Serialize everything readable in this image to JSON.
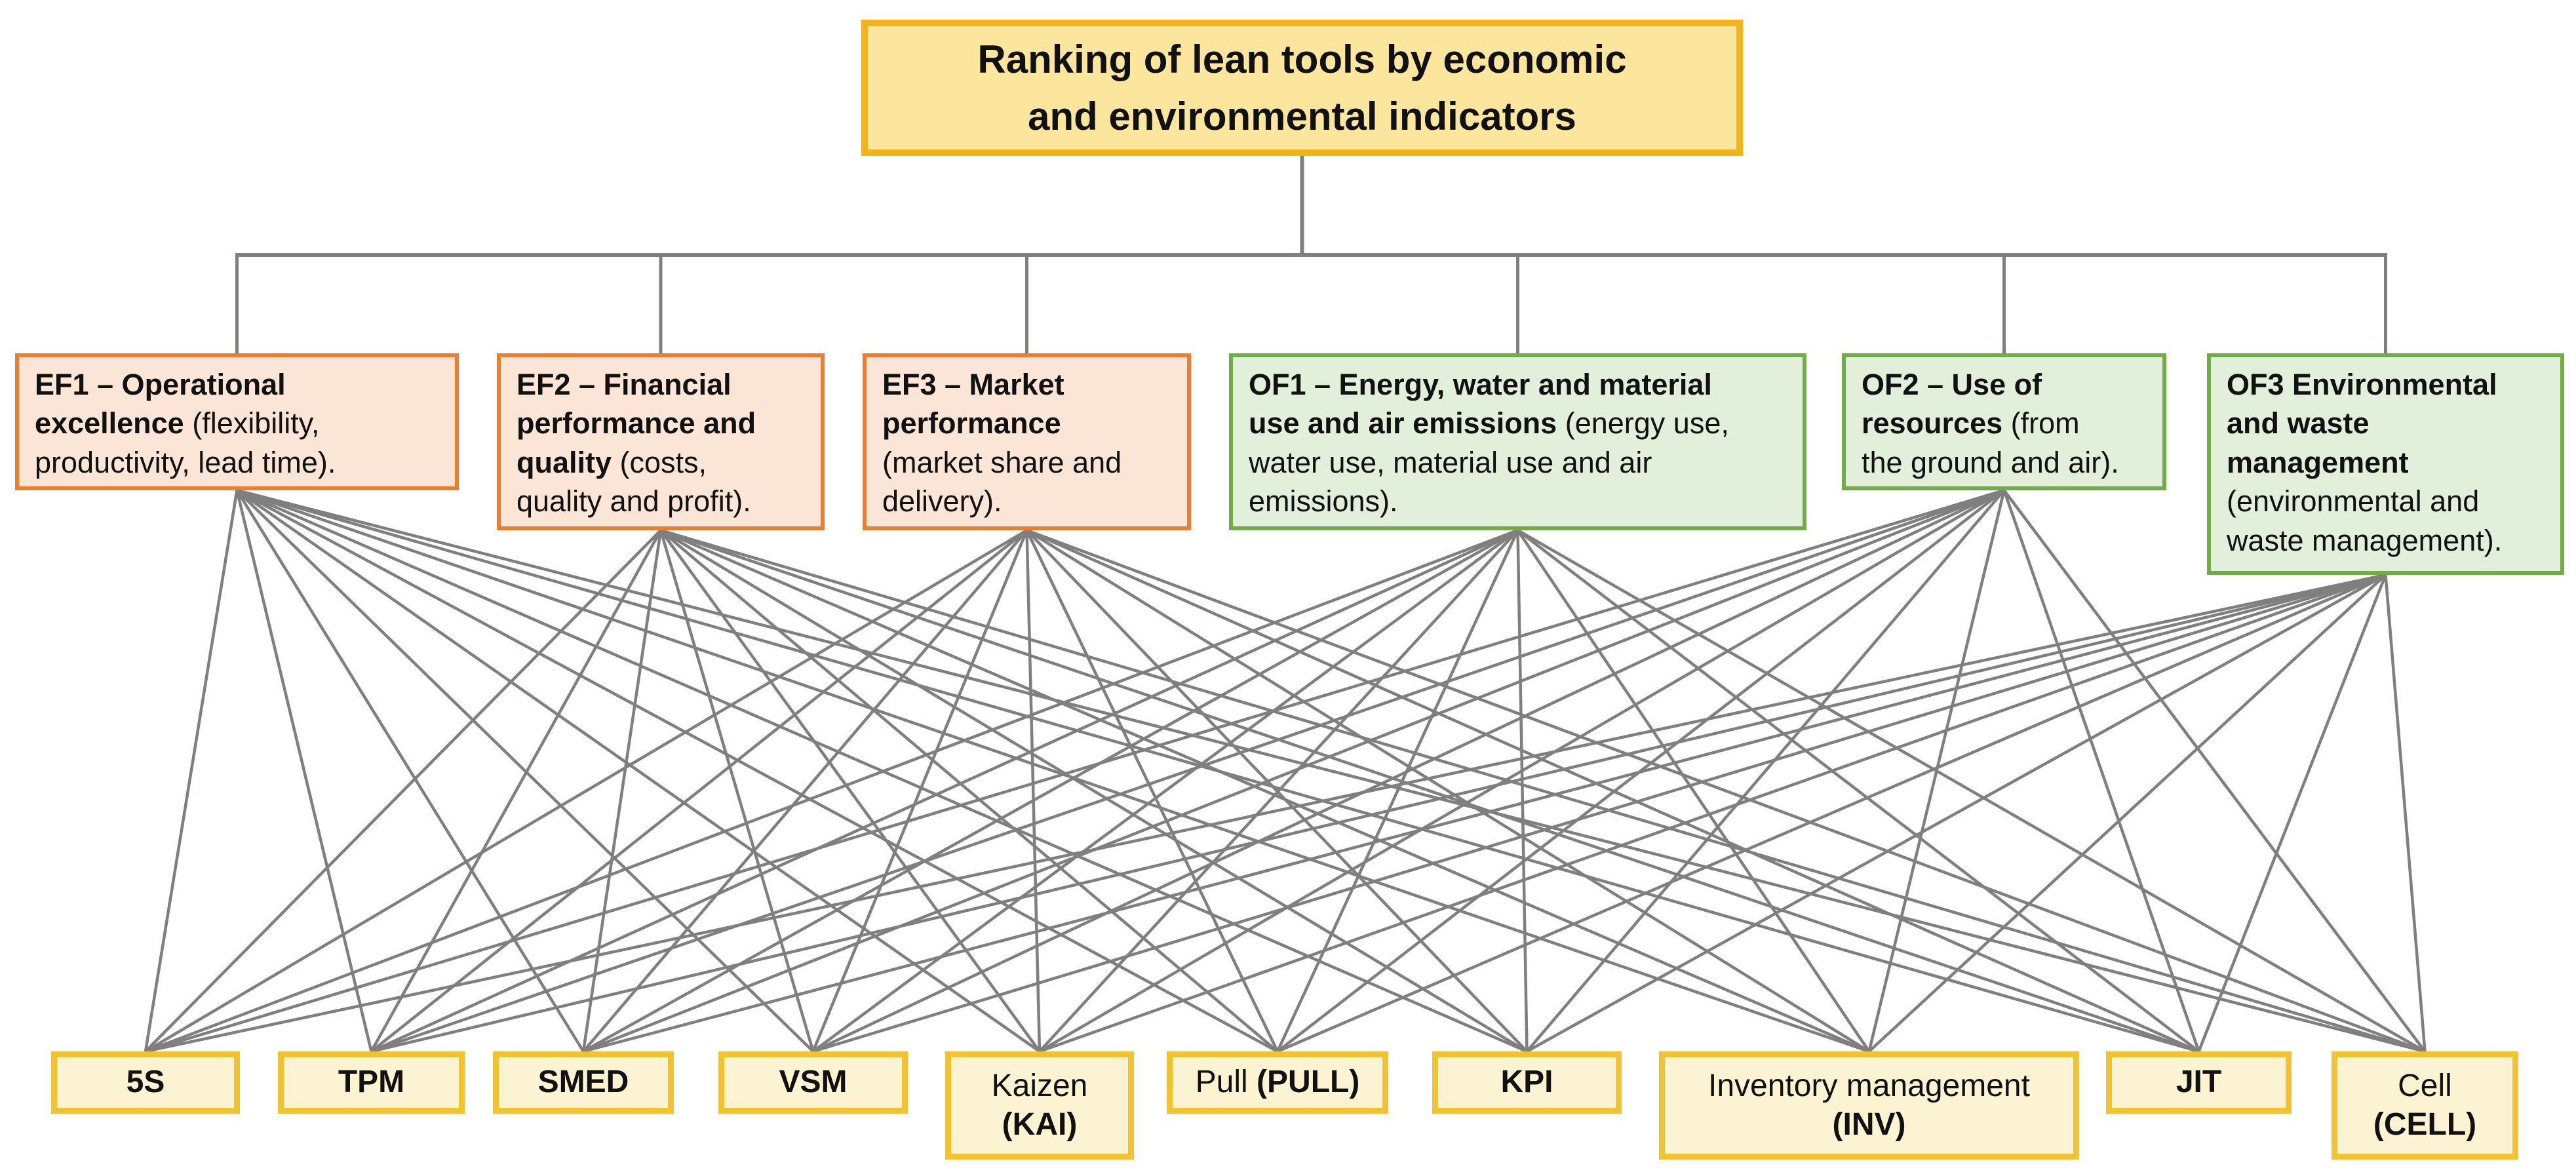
{
  "diagram": {
    "kind": "hierarchy-network",
    "connector_color": "#7F7F7F",
    "colors": {
      "title_fill": "#FCE59D",
      "title_border": "#F2B31B",
      "economic_fill": "#FBE5D6",
      "economic_border": "#ED7D31",
      "environmental_fill": "#E2EFDA",
      "environmental_border": "#70AD47",
      "tool_fill": "#FCF3D2",
      "tool_border": "#F1C232"
    }
  },
  "title": {
    "text": "Ranking of lean tools by economic\nand environmental indicators"
  },
  "criteria": [
    {
      "id": "EF1",
      "group": "economic",
      "bold": "EF1 – Operational\nexcellence",
      "rest": "(flexibility,\nproductivity, lead time)."
    },
    {
      "id": "EF2",
      "group": "economic",
      "bold": "EF2 – Financial\nperformance and\nquality",
      "rest": "(costs,\nquality and profit)."
    },
    {
      "id": "EF3",
      "group": "economic",
      "bold": "EF3 – Market\nperformance\n",
      "rest": "(market share and\ndelivery)."
    },
    {
      "id": "OF1",
      "group": "environmental",
      "bold": "OF1 – Energy, water and material\nuse and air emissions",
      "rest": "(energy use,\nwater use, material use and air\nemissions)."
    },
    {
      "id": "OF2",
      "group": "environmental",
      "bold": "OF2 – Use of\nresources",
      "rest": "(from\nthe ground and air)."
    },
    {
      "id": "OF3",
      "group": "environmental",
      "bold": "OF3 Environmental\nand waste\nmanagement\n",
      "rest": "(environmental and\nwaste management)."
    }
  ],
  "tools": [
    {
      "id": "5S",
      "label": "5S"
    },
    {
      "id": "TPM",
      "label": "TPM"
    },
    {
      "id": "SMED",
      "label": "SMED"
    },
    {
      "id": "VSM",
      "label": "VSM"
    },
    {
      "id": "KAI",
      "name": "Kaizen",
      "abbr": "(KAI)"
    },
    {
      "id": "PULL",
      "name": "Pull",
      "abbr": "(PULL)"
    },
    {
      "id": "KPI",
      "label": "KPI"
    },
    {
      "id": "INV",
      "name": "Inventory management",
      "abbr": "(INV)"
    },
    {
      "id": "JIT",
      "label": "JIT"
    },
    {
      "id": "CELL",
      "name": "Cell",
      "abbr": "(CELL)"
    }
  ],
  "connections": [
    {
      "from": "EF1",
      "to": [
        "5S",
        "TPM",
        "SMED",
        "VSM",
        "KAI",
        "PULL",
        "KPI",
        "INV",
        "JIT",
        "CELL"
      ]
    },
    {
      "from": "EF2",
      "to": [
        "5S",
        "TPM",
        "SMED",
        "VSM",
        "KAI",
        "PULL",
        "KPI",
        "INV",
        "JIT",
        "CELL"
      ]
    },
    {
      "from": "EF3",
      "to": [
        "5S",
        "TPM",
        "SMED",
        "VSM",
        "KAI",
        "PULL",
        "KPI",
        "INV",
        "JIT",
        "CELL"
      ]
    },
    {
      "from": "OF1",
      "to": [
        "5S",
        "TPM",
        "SMED",
        "VSM",
        "KAI",
        "PULL",
        "KPI",
        "INV",
        "JIT",
        "CELL"
      ]
    },
    {
      "from": "OF2",
      "to": [
        "5S",
        "TPM",
        "SMED",
        "VSM",
        "KAI",
        "PULL",
        "KPI",
        "INV",
        "JIT",
        "CELL"
      ]
    },
    {
      "from": "OF3",
      "to": [
        "5S",
        "TPM",
        "SMED",
        "VSM",
        "KAI",
        "PULL",
        "KPI",
        "INV",
        "JIT",
        "CELL"
      ]
    }
  ]
}
